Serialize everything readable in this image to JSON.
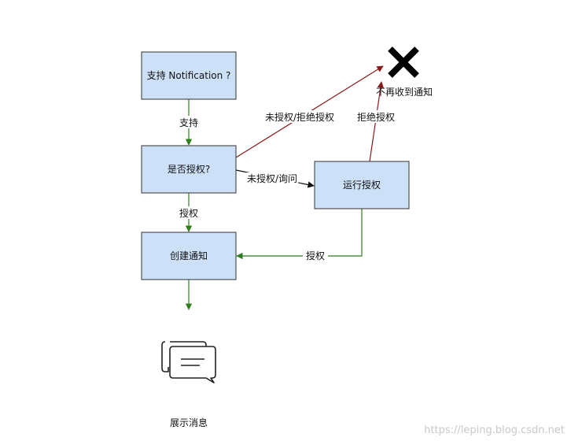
{
  "colors": {
    "node_fill": "#cce0f8",
    "green_arrow": "#2e7d1f",
    "red_arrow": "#8b1a1a",
    "black_arrow": "#111111"
  },
  "nodes": {
    "support": "支持 Notification ?",
    "authorized": "是否授权?",
    "run_auth": "运行授权",
    "create": "创建通知"
  },
  "edges": {
    "support_to_auth": "支持",
    "auth_to_create": "授权",
    "auth_to_run": "未授权/询问",
    "auth_to_x": "未授权/拒绝授权",
    "run_to_x": "拒绝授权",
    "run_to_create": "授权"
  },
  "end_labels": {
    "no_notify": "不再收到通知",
    "show_message": "展示消息"
  },
  "icons": {
    "x": "close-x-icon",
    "chat": "chat-bubbles-icon"
  },
  "watermark": "https://leping.blog.csdn.net"
}
